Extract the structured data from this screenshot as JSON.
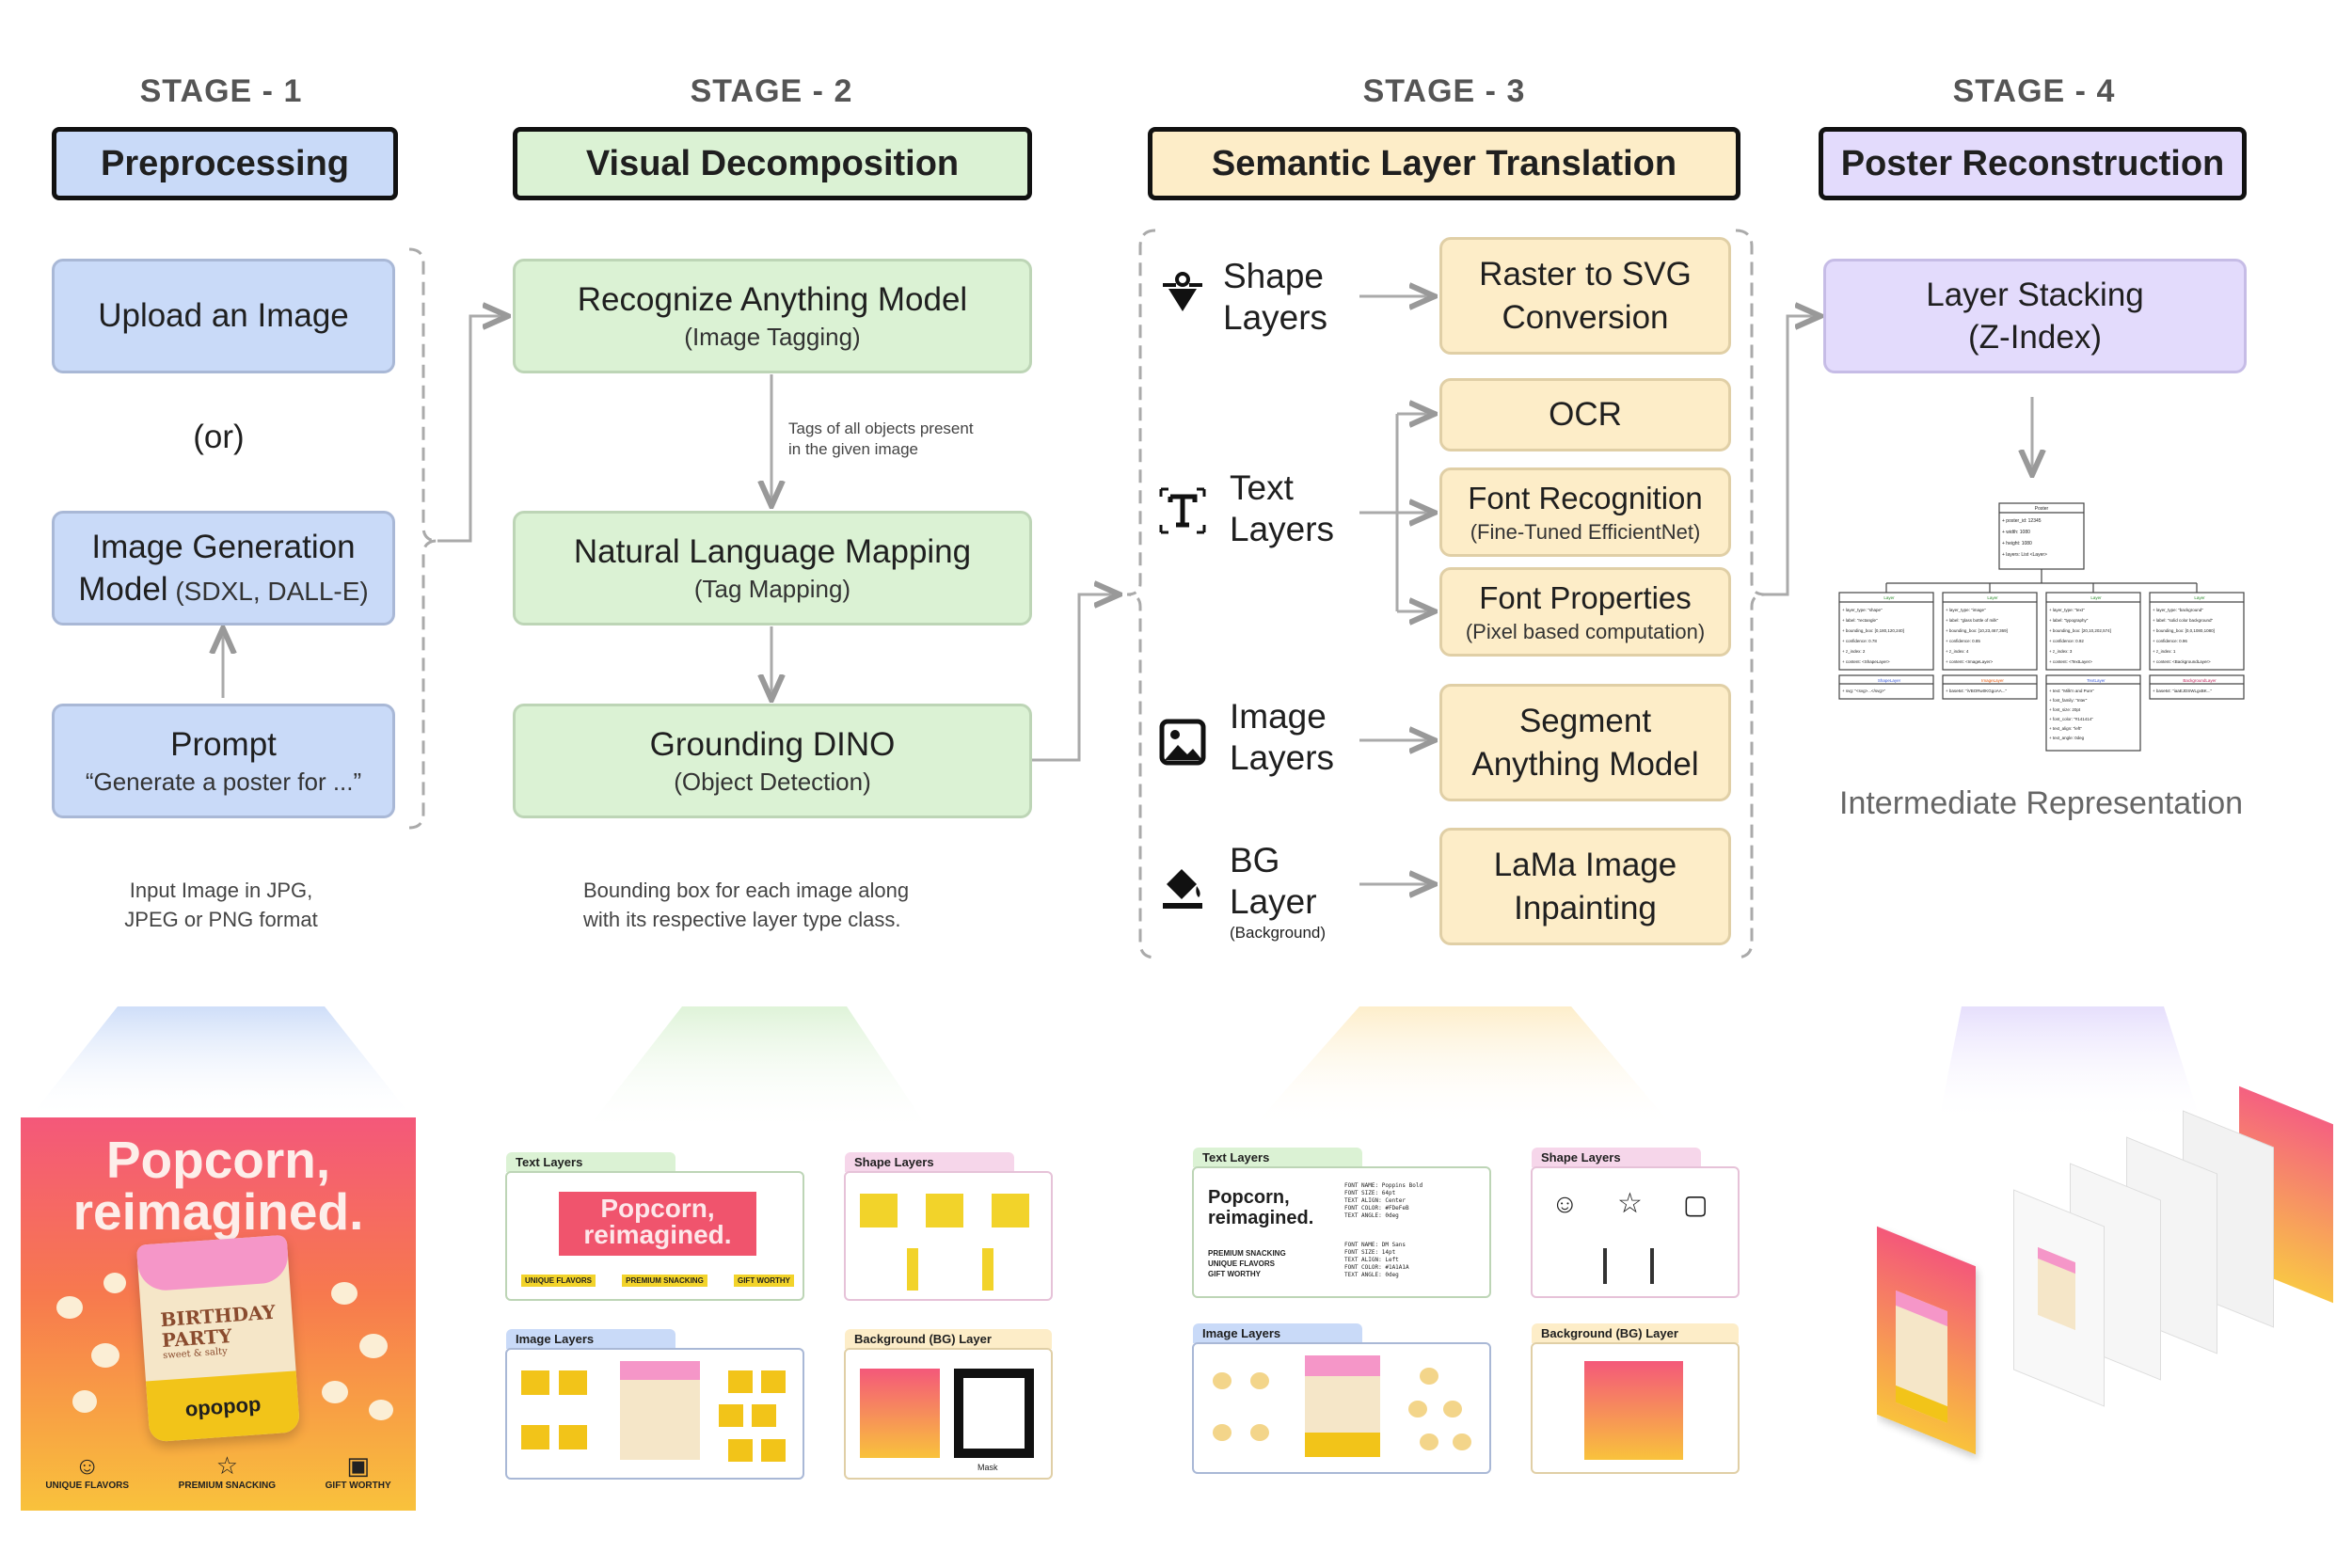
{
  "stages": [
    {
      "label": "STAGE - 1",
      "title": "Preprocessing",
      "color": "#c9daf8"
    },
    {
      "label": "STAGE - 2",
      "title": "Visual Decomposition",
      "color": "#dbf2d4"
    },
    {
      "label": "STAGE - 3",
      "title": "Semantic Layer Translation",
      "color": "#fdedc8"
    },
    {
      "label": "STAGE - 4",
      "title": "Poster Reconstruction",
      "color": "#e3dbfc"
    }
  ],
  "stage1": {
    "upload": "Upload an Image",
    "or": "(or)",
    "gen_title": "Image  Generation",
    "gen_model": "Model",
    "gen_sub": " (SDXL, DALL-E)",
    "prompt_title": "Prompt",
    "prompt_sub": "“Generate a poster for ...”",
    "note_line1": "Input Image in JPG,",
    "note_line2": "JPEG or PNG format"
  },
  "stage2": {
    "ram_title": "Recognize Anything Model",
    "ram_sub": "(Image Tagging)",
    "tags_note_line1": "Tags of all objects present",
    "tags_note_line2": "in the given image",
    "nlm_title": "Natural Language Mapping",
    "nlm_sub": "(Tag Mapping)",
    "dino_title": "Grounding DINO",
    "dino_sub": "(Object Detection)",
    "note_line1": "Bounding box for each image along",
    "note_line2": "with its respective layer type class."
  },
  "stage3": {
    "layers": [
      {
        "line1": "Shape",
        "line2": "Layers",
        "icon": "shape-layers-icon"
      },
      {
        "line1": "Text",
        "line2": "Layers",
        "icon": "text-layers-icon"
      },
      {
        "line1": "Image",
        "line2": "Layers",
        "icon": "image-layers-icon"
      },
      {
        "line1": "BG",
        "line2": "Layer",
        "line3": "(Background)",
        "icon": "paint-bucket-icon"
      }
    ],
    "raster_line1": "Raster to SVG",
    "raster_line2": "Conversion",
    "ocr": "OCR",
    "font_rec_title": "Font Recognition",
    "font_rec_sub": "(Fine-Tuned EfficientNet)",
    "font_prop_title": "Font Properties",
    "font_prop_sub": "(Pixel based computation)",
    "sam_line1": "Segment",
    "sam_line2": "Anything Model",
    "lama_line1": "LaMa Image",
    "lama_line2": "Inpainting"
  },
  "stage4": {
    "stack_line1": "Layer Stacking",
    "stack_line2": "(Z-Index)",
    "ir_label": "Intermediate Representation",
    "ir_root": "Poster",
    "ir_root_fields": [
      "+ poster_id: 12345",
      "+ width: 1080",
      "+ height: 1080",
      "+ layers: List <Layer>"
    ],
    "ir_layer_title": "Layer",
    "ir_layer_type_words": [
      "ShapeLayer",
      "ImageLayer",
      "TextLayer",
      "BackgroundLayer"
    ],
    "ir_columns": [
      [
        "+ layer_type: \"shape\"",
        "+ label: \"rectangle\"",
        "+ bounding_box: [0,180,120,240]",
        "+ confidence: 0.78",
        "+ z_index: 2",
        "+ content: <ShapeLayer>"
      ],
      [
        "+ layer_type: \"image\"",
        "+ label: \"glass bottle of milk\"",
        "+ bounding_box: [10,23,467,369]",
        "+ confidence: 0.85",
        "+ z_index: 4",
        "+ content: <ImageLayer>"
      ],
      [
        "+ layer_type: \"text\"",
        "+ label: \"typography\"",
        "+ bounding_box: [20,10,202,574]",
        "+ confidence: 0.92",
        "+ z_index: 3",
        "+ content: <TextLayer>"
      ],
      [
        "+ layer_type: \"background\"",
        "+ label: \"solid color background\"",
        "+ bounding_box: [0,0,1080,1080]",
        "+ confidence: 0.96",
        "+ z_index: 1",
        "+ content: <BackgroundLayer>"
      ]
    ],
    "ir_sub_fields": [
      [
        "+ svg: \"<svg>...</svg>\""
      ],
      [
        "+ base64: \"iVBORw0KGgoAA...\""
      ],
      [
        "+ text: \"Milk'n and Pure\"",
        "+ font_family: \"Inter\"",
        "+ font_size: 20pt",
        "+ font_color: \"#141414\"",
        "+ text_align: \"left\"",
        "+ text_angle: 0deg"
      ],
      [
        "+ base64: \"iaaEJDSWLgxBK...\""
      ]
    ]
  },
  "bottom": {
    "poster_title_line1": "Popcorn,",
    "poster_title_line2": "reimagined.",
    "bag_line1": "BIRTHDAY",
    "bag_line2": "PARTY",
    "bag_line3": "sweet & salty",
    "brand": "opopop",
    "features": [
      "UNIQUE FLAVORS",
      "PREMIUM SNACKING",
      "GIFT WORTHY"
    ],
    "panel_tabs": {
      "text": "Text Layers",
      "shape": "Shape Layers",
      "image": "Image Layers",
      "bg": "Background (BG) Layer"
    },
    "mask_label": "Mask",
    "font_props": [
      [
        "FONT NAME:  Poppins Bold",
        "FONT SIZE:  64pt",
        "TEXT ALIGN:  Center",
        "FONT COLOR:  #FDeFeB",
        "TEXT ANGLE:  0deg"
      ],
      [
        "FONT NAME:  DM Sans",
        "FONT SIZE:  14pt",
        "TEXT ALIGN:  Left",
        "FONT COLOR:  #1A1A1A",
        "TEXT ANGLE:  0deg"
      ]
    ],
    "feature_text": [
      "PREMIUM SNACKING",
      "UNIQUE FLAVORS",
      "GIFT WORTHY"
    ],
    "colors": {
      "poster_top": "#f4587a",
      "poster_bottom": "#f9c23c",
      "bag": "#f5e6c8"
    }
  }
}
